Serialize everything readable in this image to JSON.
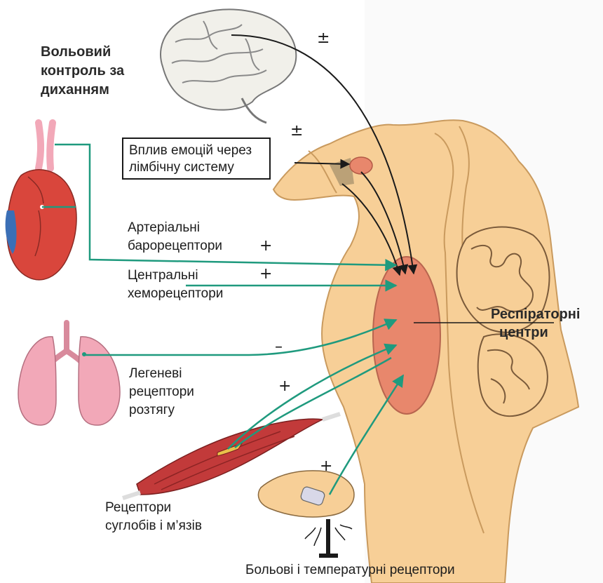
{
  "diagram": {
    "labels": {
      "voluntary": [
        "Вольовий",
        "контроль за",
        "диханням"
      ],
      "emotions": [
        "Вплив емоцій через",
        "лімбічну систему"
      ],
      "baro": [
        "Артеріальні",
        "барорецептори"
      ],
      "chemo": [
        "Центральні",
        "хеморецептори"
      ],
      "lung": [
        "Легеневі",
        "рецептори",
        "розтягу"
      ],
      "joint": [
        "Рецептори",
        "суглобів і м’язів"
      ],
      "pain": "Больові і температурні рецептори",
      "resp": [
        "Респіраторні",
        "центри"
      ]
    },
    "signs": {
      "brain": "±",
      "emotions": "±",
      "baro": "+",
      "chemo": "+",
      "lung": "–",
      "muscle": "+",
      "pain": "+"
    },
    "colors": {
      "arrow_green": "#1f9a7e",
      "arrow_black": "#1a1a1a",
      "brainstem": "#f7cf97",
      "resp_center": "#e8876c",
      "lung": "#f2a8b8",
      "heart_red": "#d9463c",
      "heart_blue": "#3b6fb6",
      "muscle": "#c23a3a",
      "brain": "#f1f0ea"
    }
  }
}
